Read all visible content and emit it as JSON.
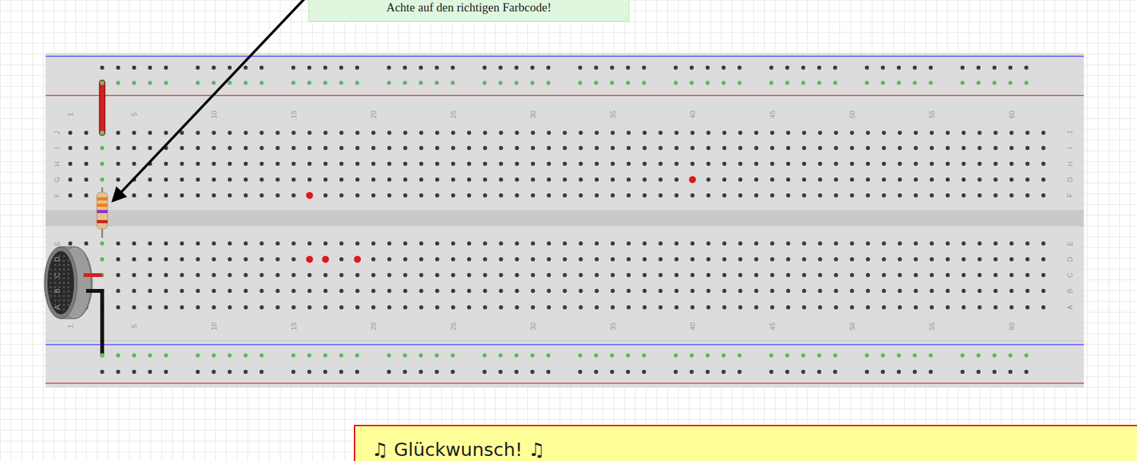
{
  "diagram": {
    "nodes": [
      {
        "text": [
          "Achte auf den richtigen Farbcode!"
        ]
      },
      {
        "text": [
          "♫ Glückwunsch! ♫"
        ]
      }
    ],
    "labels": [
      "1",
      "5",
      "10",
      "15",
      "20",
      "25",
      "30",
      "35",
      "40",
      "45",
      "50",
      "55",
      "60",
      "J",
      "I",
      "H",
      "G",
      "F",
      "J",
      "I",
      "H",
      "G",
      "F",
      "E",
      "D",
      "C",
      "B",
      "A",
      "E",
      "D",
      "C",
      "B",
      "A",
      "1",
      "5",
      "10",
      "15",
      "20",
      "25",
      "30",
      "35",
      "40",
      "45",
      "50",
      "55",
      "60"
    ]
  }
}
